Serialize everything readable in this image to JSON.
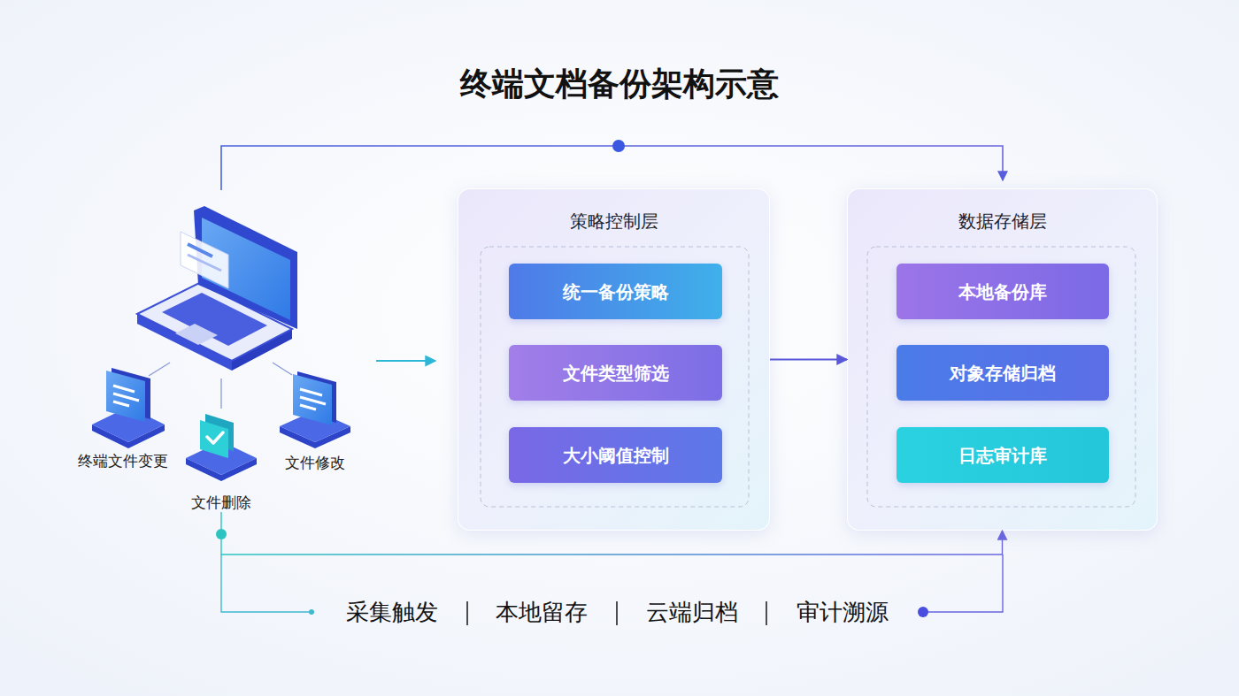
{
  "diagram": {
    "title": "终端文档备份架构示意",
    "nodes": [
      {
        "text": [
          "终端文件变更"
        ]
      },
      {
        "text": [
          "文件删除"
        ]
      },
      {
        "text": [
          "文件修改"
        ]
      },
      {
        "text": [
          "策略控制层"
        ]
      },
      {
        "text": [
          "统一备份策略"
        ],
        "in": 3
      },
      {
        "text": [
          "文件类型筛选"
        ],
        "in": 3
      },
      {
        "text": [
          "大小阈值控制"
        ],
        "in": 3
      },
      {
        "text": [
          "数据存储层"
        ]
      },
      {
        "text": [
          "本地备份库"
        ],
        "in": 7
      },
      {
        "text": [
          "对象存储归档"
        ],
        "in": 7
      },
      {
        "text": [
          "日志审计库"
        ],
        "in": 7
      }
    ],
    "edges": [
      {
        "from": 3,
        "to": 7,
        "arrow": "to"
      },
      {
        "from": 1,
        "to": 7,
        "arrow": "to"
      }
    ],
    "labels": [
      "采集触发",
      "本地留存",
      "云端归档",
      "审计溯源"
    ]
  }
}
